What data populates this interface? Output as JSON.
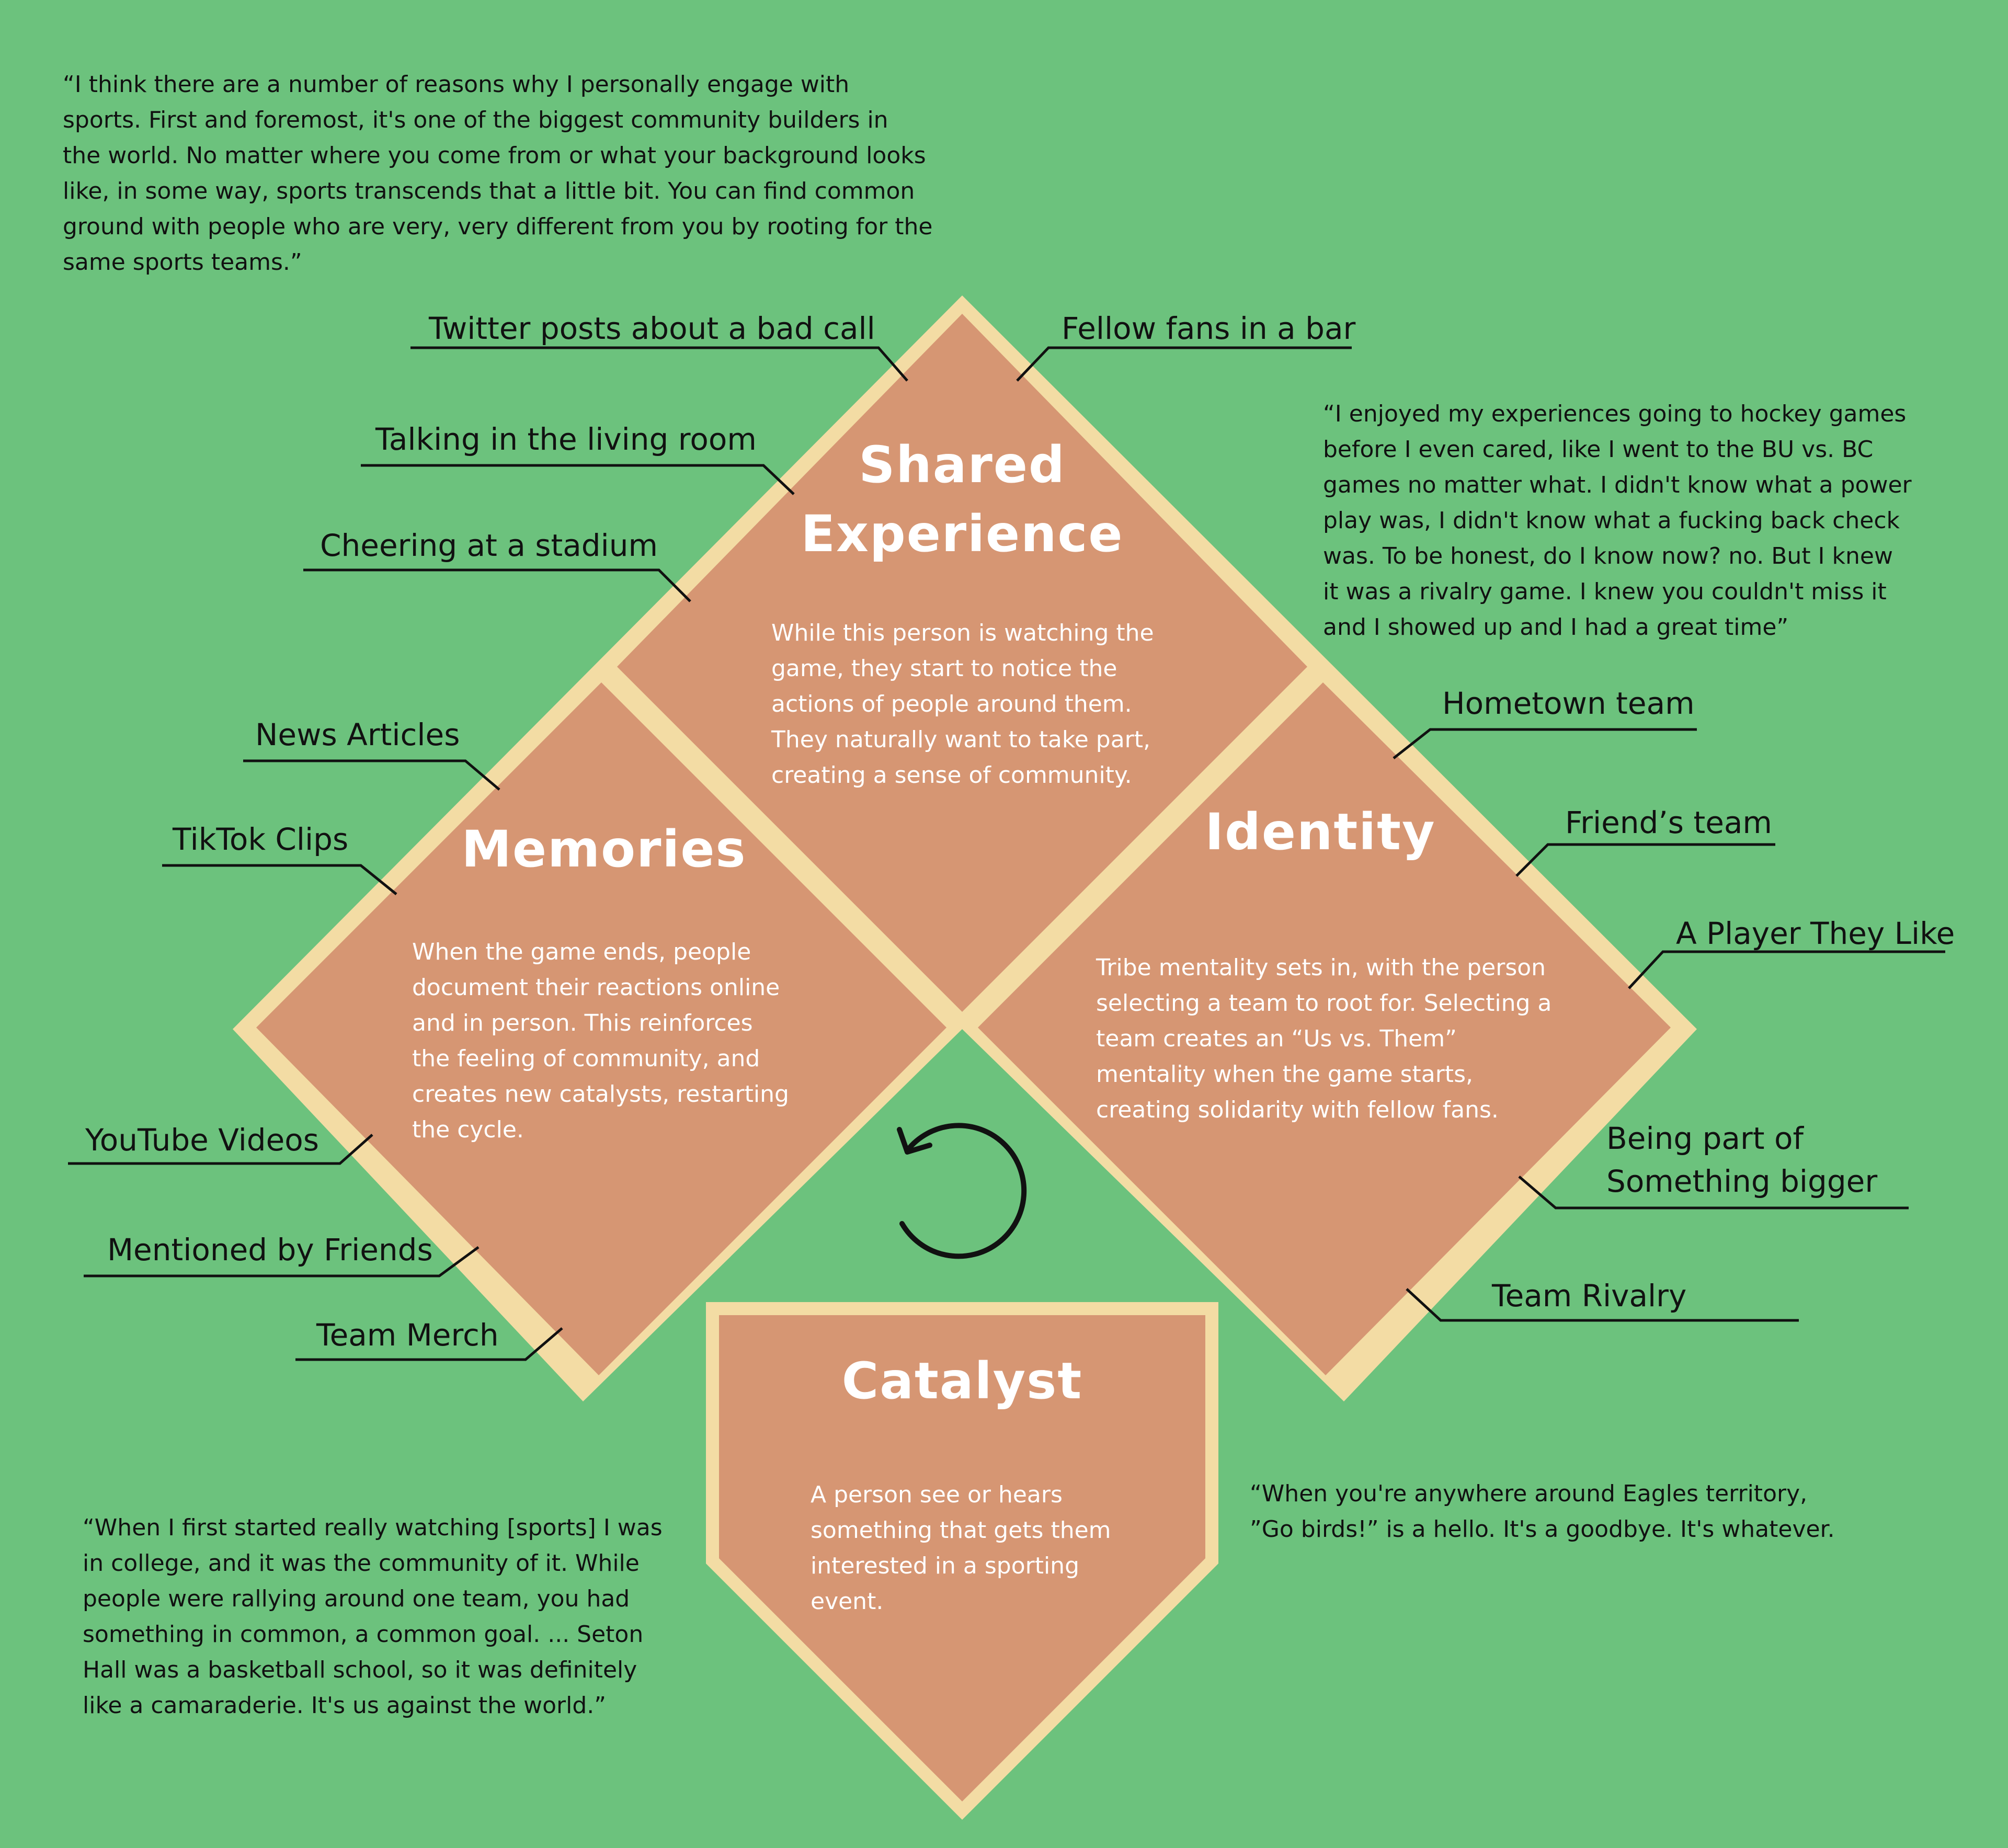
{
  "colors": {
    "background": "#6cc27d",
    "diamond_fill": "#d69673",
    "diamond_border": "#f3dca4",
    "line": "#111111",
    "node_text": "#ffffff",
    "label_text": "#111111"
  },
  "quotes": {
    "top_left": "“I think there are a number of reasons why I personally engage with\nsports. First and foremost, it's one of the biggest community builders in\nthe world. No matter where you come from or what your background looks\nlike, in some way, sports transcends that a little bit. You can find common\nground with people who are very, very different from you by rooting for the\nsame sports teams.”",
    "top_right": "“I enjoyed my experiences going to hockey games\nbefore I even cared, like I went to the BU vs. BC\ngames no matter what. I didn't know what a power\nplay was, I didn't know what a fucking back check\nwas. To be honest, do I know now? no. But I knew\nit was a rivalry game. I knew you couldn't miss it\nand I showed up and I had a great time”",
    "bottom_left": "“When I first started really watching [sports] I was\nin college, and it was the community of it. While\npeople were rallying around one team, you had\nsomething in common, a common goal. ... Seton\nHall was a basketball school, so it was definitely\nlike a camaraderie. It's us against the world.”",
    "bottom_right": "“When you're anywhere around Eagles territory,\n”Go birds!” is a hello. It's a goodbye. It's whatever."
  },
  "nodes": {
    "shared": {
      "title": "Shared\nExperience",
      "body": "While this person is watching the\ngame, they start to notice the\nactions of people around them.\nThey naturally want to take part,\ncreating a sense of community."
    },
    "memories": {
      "title": "Memories",
      "body": "When the game ends, people\ndocument their reactions online\nand in person. This reinforces\nthe feeling of community, and\ncreates new catalysts, restarting\nthe cycle."
    },
    "identity": {
      "title": "Identity",
      "body": "Tribe mentality sets in, with the person\nselecting a team to root for. Selecting a\nteam creates an “Us vs. Them”\nmentality when the game starts,\ncreating solidarity with fellow fans."
    },
    "catalyst": {
      "title": "Catalyst",
      "body": "A person see or hears\nsomething that gets them\ninterested in a sporting\nevent."
    }
  },
  "labels": {
    "twitter": "Twitter posts about a bad call",
    "fellow_fans": "Fellow fans in a bar",
    "living_room": "Talking in the living room",
    "stadium": "Cheering at a stadium",
    "news": "News Articles",
    "tiktok": "TikTok Clips",
    "youtube": "YouTube Videos",
    "friends": "Mentioned by Friends",
    "merch": "Team Merch",
    "hometown": "Hometown team",
    "friends_team": "Friend’s team",
    "player": "A Player They Like",
    "bigger": "Being part of\nSomething bigger",
    "rivalry": "Team Rivalry"
  },
  "cycle_icon": "counterclockwise-cycle-arrow-icon"
}
